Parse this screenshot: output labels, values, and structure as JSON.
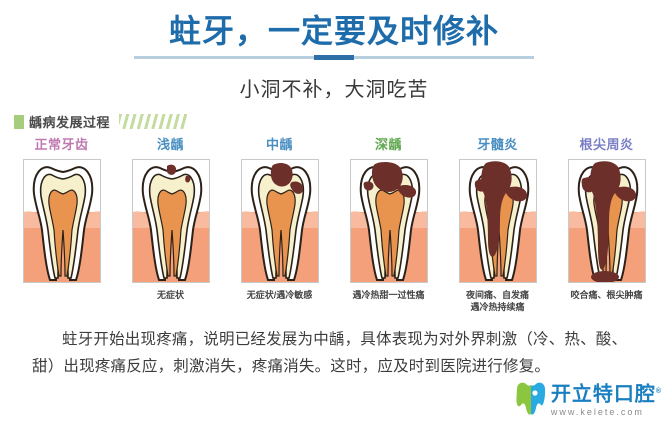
{
  "header": {
    "title": "蛀牙，一定要及时修补",
    "subtitle": "小洞不补，大洞吃苦",
    "title_color": "#1f6cab",
    "rule_color": "#b8cfdf",
    "rule_accent_color": "#2e6ea6"
  },
  "section": {
    "bullet_color": "#a6cd7c",
    "label": "龋病发展过程",
    "hatch_color": "#c5dca0"
  },
  "stages": [
    {
      "label": "正常牙齿",
      "label_color": "#c07ab0",
      "caption": "",
      "decay_level": 0
    },
    {
      "label": "浅龋",
      "label_color": "#4a8fc2",
      "caption": "无症状",
      "decay_level": 1
    },
    {
      "label": "中龋",
      "label_color": "#4a8fc2",
      "caption": "无症状/遇冷敏感",
      "decay_level": 2
    },
    {
      "label": "深龋",
      "label_color": "#5fa84f",
      "caption": "遇冷热甜一过性痛",
      "decay_level": 3
    },
    {
      "label": "牙髓炎",
      "label_color": "#4a8fc2",
      "caption": "夜间痛、自发痛\n遇冷热持续痛",
      "decay_level": 4
    },
    {
      "label": "根尖周炎",
      "label_color": "#7b7fc4",
      "caption": "咬合痛、根尖肿痛",
      "decay_level": 5
    }
  ],
  "tooth_colors": {
    "enamel": "#ffffff",
    "dentin": "#f6f0cd",
    "pulp": "#e8944f",
    "gum": "#f4a07a",
    "gum_light": "#f8bba0",
    "outline": "#2b2118",
    "decay": "#6d2f2a"
  },
  "paragraph": "蛀牙开始出现疼痛，说明已经发展为中龋，具体表现为对外界刺激（冷、热、酸、甜）出现疼痛反应，刺激消失，疼痛消失。这时，应及时到医院进行修复。",
  "watermark": {
    "brand": "开立特口腔",
    "registered": "®",
    "url": "www.kelete.com",
    "brand_color": "#1a7fc1",
    "leaf_color": "#8cc63f",
    "tooth_color": "#29abe2"
  }
}
